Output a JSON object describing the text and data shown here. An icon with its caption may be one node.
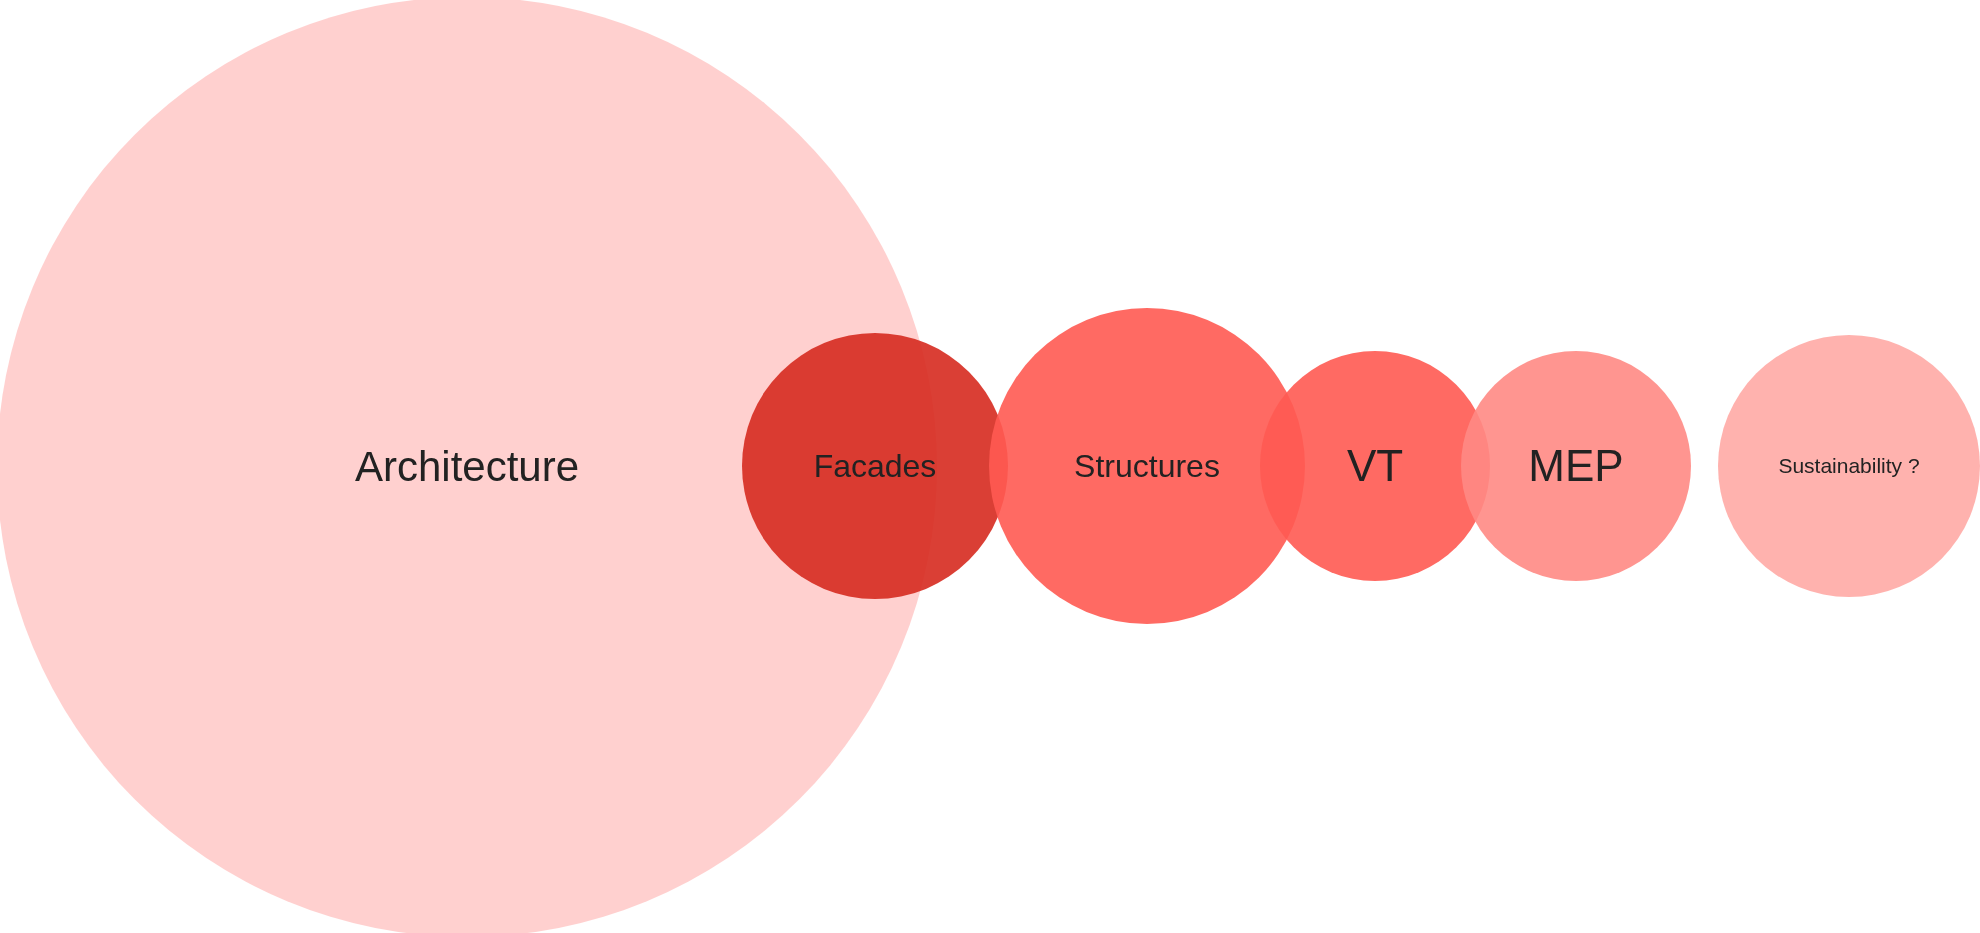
{
  "diagram": {
    "nodes": [
      {
        "text": [
          "Architecture"
        ]
      },
      {
        "text": [
          "Facades"
        ]
      },
      {
        "text": [
          "Structures"
        ]
      },
      {
        "text": [
          "VT"
        ]
      },
      {
        "text": [
          "MEP"
        ]
      },
      {
        "text": [
          "Sustainability ?"
        ]
      }
    ]
  }
}
